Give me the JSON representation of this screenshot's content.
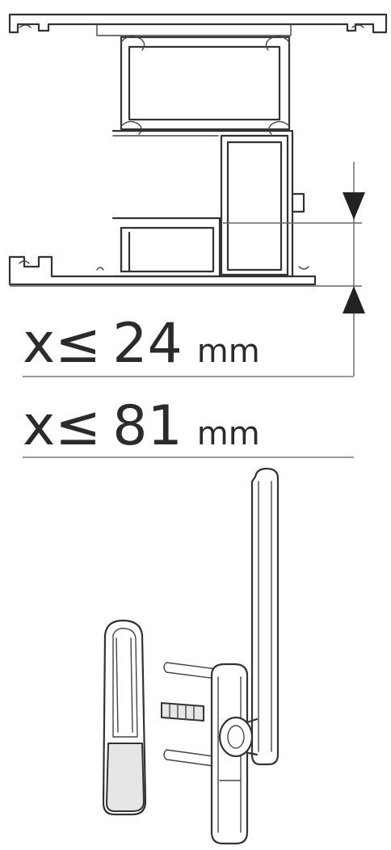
{
  "dimensions": [
    {
      "symbol": "x",
      "relation": "≤",
      "value": "24",
      "unit": "mm"
    },
    {
      "symbol": "x",
      "relation": "≤",
      "value": "81",
      "unit": "mm"
    }
  ]
}
